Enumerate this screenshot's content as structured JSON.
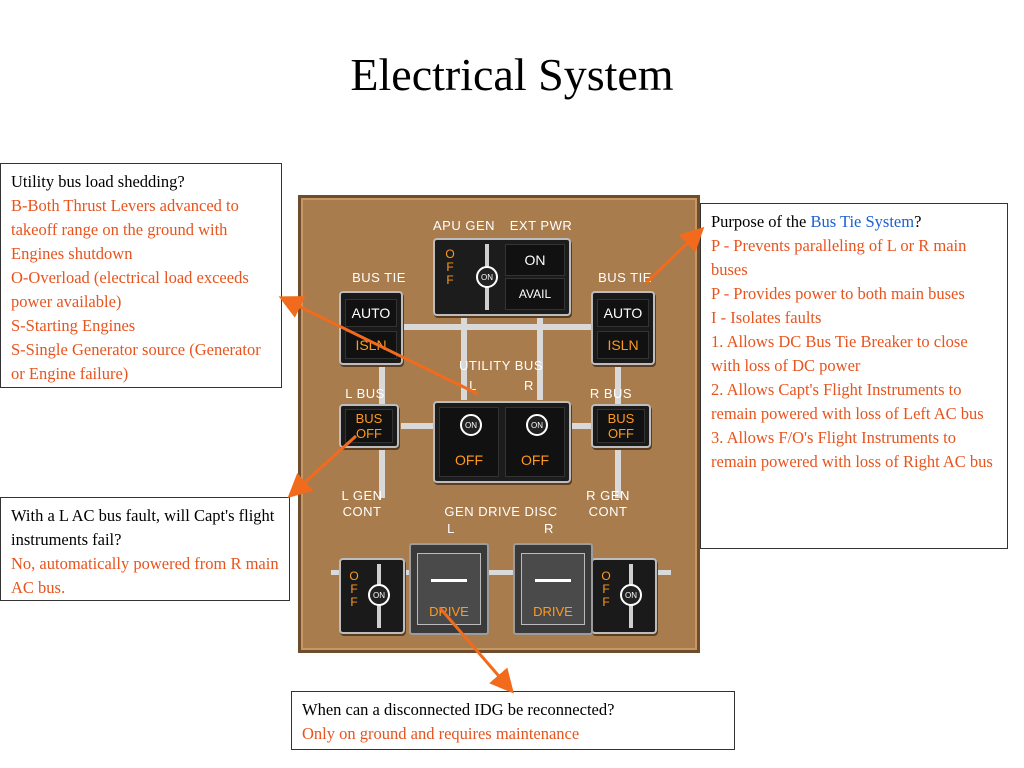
{
  "title": "Electrical System",
  "colors": {
    "answer": "#e8541e",
    "link": "#1a5fd6",
    "panel": "#a97c4e",
    "annunciator_amber": "#ff9a1f",
    "arrow": "#f26b1d"
  },
  "box_utility": {
    "question": "Utility bus load shedding?",
    "lines": [
      "B-Both Thrust Levers advanced to takeoff range on the ground with Engines shutdown",
      "O-Overload (electrical load exceeds power available)",
      "S-Starting Engines",
      "S-Single Generator source (Generator or Engine failure)"
    ]
  },
  "box_bus_tie": {
    "question_prefix": "Purpose of the ",
    "question_link": "Bus Tie System",
    "question_suffix": "?",
    "lines": [
      "P - Prevents paralleling of  L or R main buses",
      "P - Provides power to both main buses",
      "I - Isolates faults",
      "1. Allows DC Bus Tie Breaker to close with loss of DC power",
      "2. Allows Capt's Flight Instruments to remain powered with loss of Left AC bus",
      "3. Allows  F/O's Flight Instruments to remain powered with  loss of Right AC bus"
    ]
  },
  "box_lac": {
    "question": "With a L AC bus fault, will Capt's flight instruments fail?",
    "answer": "No,  automatically powered from R main AC bus."
  },
  "box_idg": {
    "question": "When can a disconnected IDG be reconnected?",
    "answer": "Only on ground and requires maintenance"
  },
  "panel": {
    "apu_gen": "APU GEN",
    "ext_pwr": "EXT PWR",
    "bus_tie_l": "BUS  TIE",
    "bus_tie_r": "BUS  TIE",
    "auto": "AUTO",
    "isln": "ISLN",
    "on": "ON",
    "avail": "AVAIL",
    "off_vert": "O F F",
    "knob_on": "ON",
    "utility_bus": "UTILITY  BUS",
    "util_l": "L",
    "util_r": "R",
    "off": "OFF",
    "l_bus": "L BUS",
    "r_bus": "R BUS",
    "bus_off": "BUS OFF",
    "l_gen_cont": "L GEN CONT",
    "r_gen_cont": "R GEN CONT",
    "gen_drive_disc": "GEN  DRIVE  DISC",
    "gdd_l": "L",
    "gdd_r": "R",
    "drive": "DRIVE"
  }
}
